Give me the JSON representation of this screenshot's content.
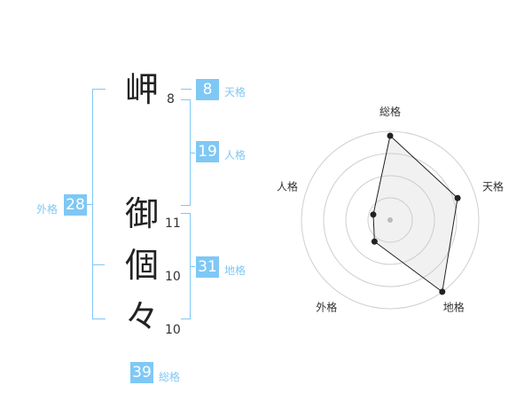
{
  "colors": {
    "accent": "#7fc8f5",
    "label": "#7fc8f5",
    "text": "#222222"
  },
  "characters": [
    {
      "char": "岬",
      "strokes": "8"
    },
    {
      "char": "御",
      "strokes": "11"
    },
    {
      "char": "個",
      "strokes": "10"
    },
    {
      "char": "々",
      "strokes": "10"
    }
  ],
  "scores": {
    "tenkaku": {
      "value": "8",
      "label": "天格"
    },
    "jinkaku": {
      "value": "19",
      "label": "人格"
    },
    "chikaku": {
      "value": "31",
      "label": "地格"
    },
    "gaikaku": {
      "value": "28",
      "label": "外格"
    },
    "soukaku": {
      "value": "39",
      "label": "総格"
    }
  },
  "chart_data": {
    "type": "radar",
    "axes": [
      "総格",
      "天格",
      "地格",
      "外格",
      "人格"
    ],
    "values": [
      0.95,
      0.8,
      1.0,
      0.3,
      0.2
    ],
    "rings": 4
  }
}
